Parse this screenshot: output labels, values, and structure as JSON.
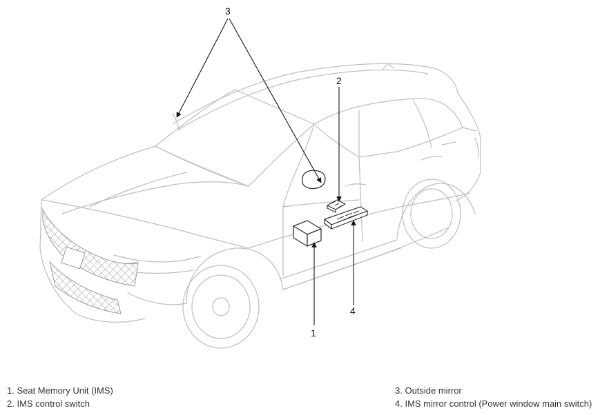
{
  "callouts": {
    "c1": "1",
    "c2": "2",
    "c3": "3",
    "c4": "4"
  },
  "legend": {
    "left": [
      "1. Seat Memory Unit (IMS)",
      "2. IMS control switch"
    ],
    "right": [
      "3. Outside mirror",
      "4. IMS mirror control (Power window main switch)"
    ]
  },
  "colors": {
    "line_art": "#bdbdbd",
    "component": "#333333",
    "leader": "#111111"
  }
}
